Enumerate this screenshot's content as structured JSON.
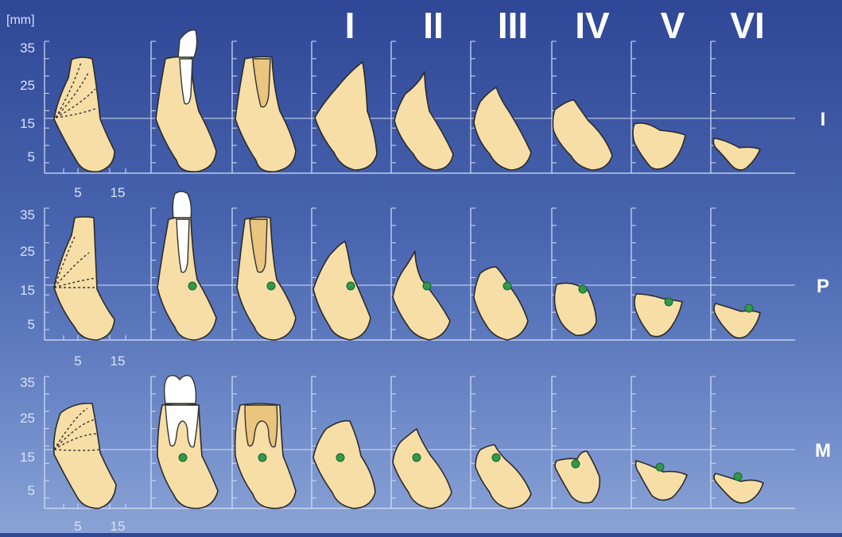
{
  "axis_unit": "[mm]",
  "y_ticks": [
    "35",
    "25",
    "15",
    "5"
  ],
  "x_ticks": [
    "5",
    "15"
  ],
  "column_headers": [
    "I",
    "II",
    "III",
    "IV",
    "V",
    "VI"
  ],
  "rows": [
    {
      "label": "I"
    },
    {
      "label": "P"
    },
    {
      "label": "M"
    }
  ],
  "colors": {
    "bone": "#f7dea7",
    "implant_dark": "#e9c57f",
    "tooth": "#ffffff",
    "marker": "#2e9a4a",
    "grid": "#d7e0f4"
  },
  "icons": {
    "bone_profile": "bone-profile-icon",
    "tooth": "tooth-icon",
    "marker": "green-dot-marker"
  }
}
